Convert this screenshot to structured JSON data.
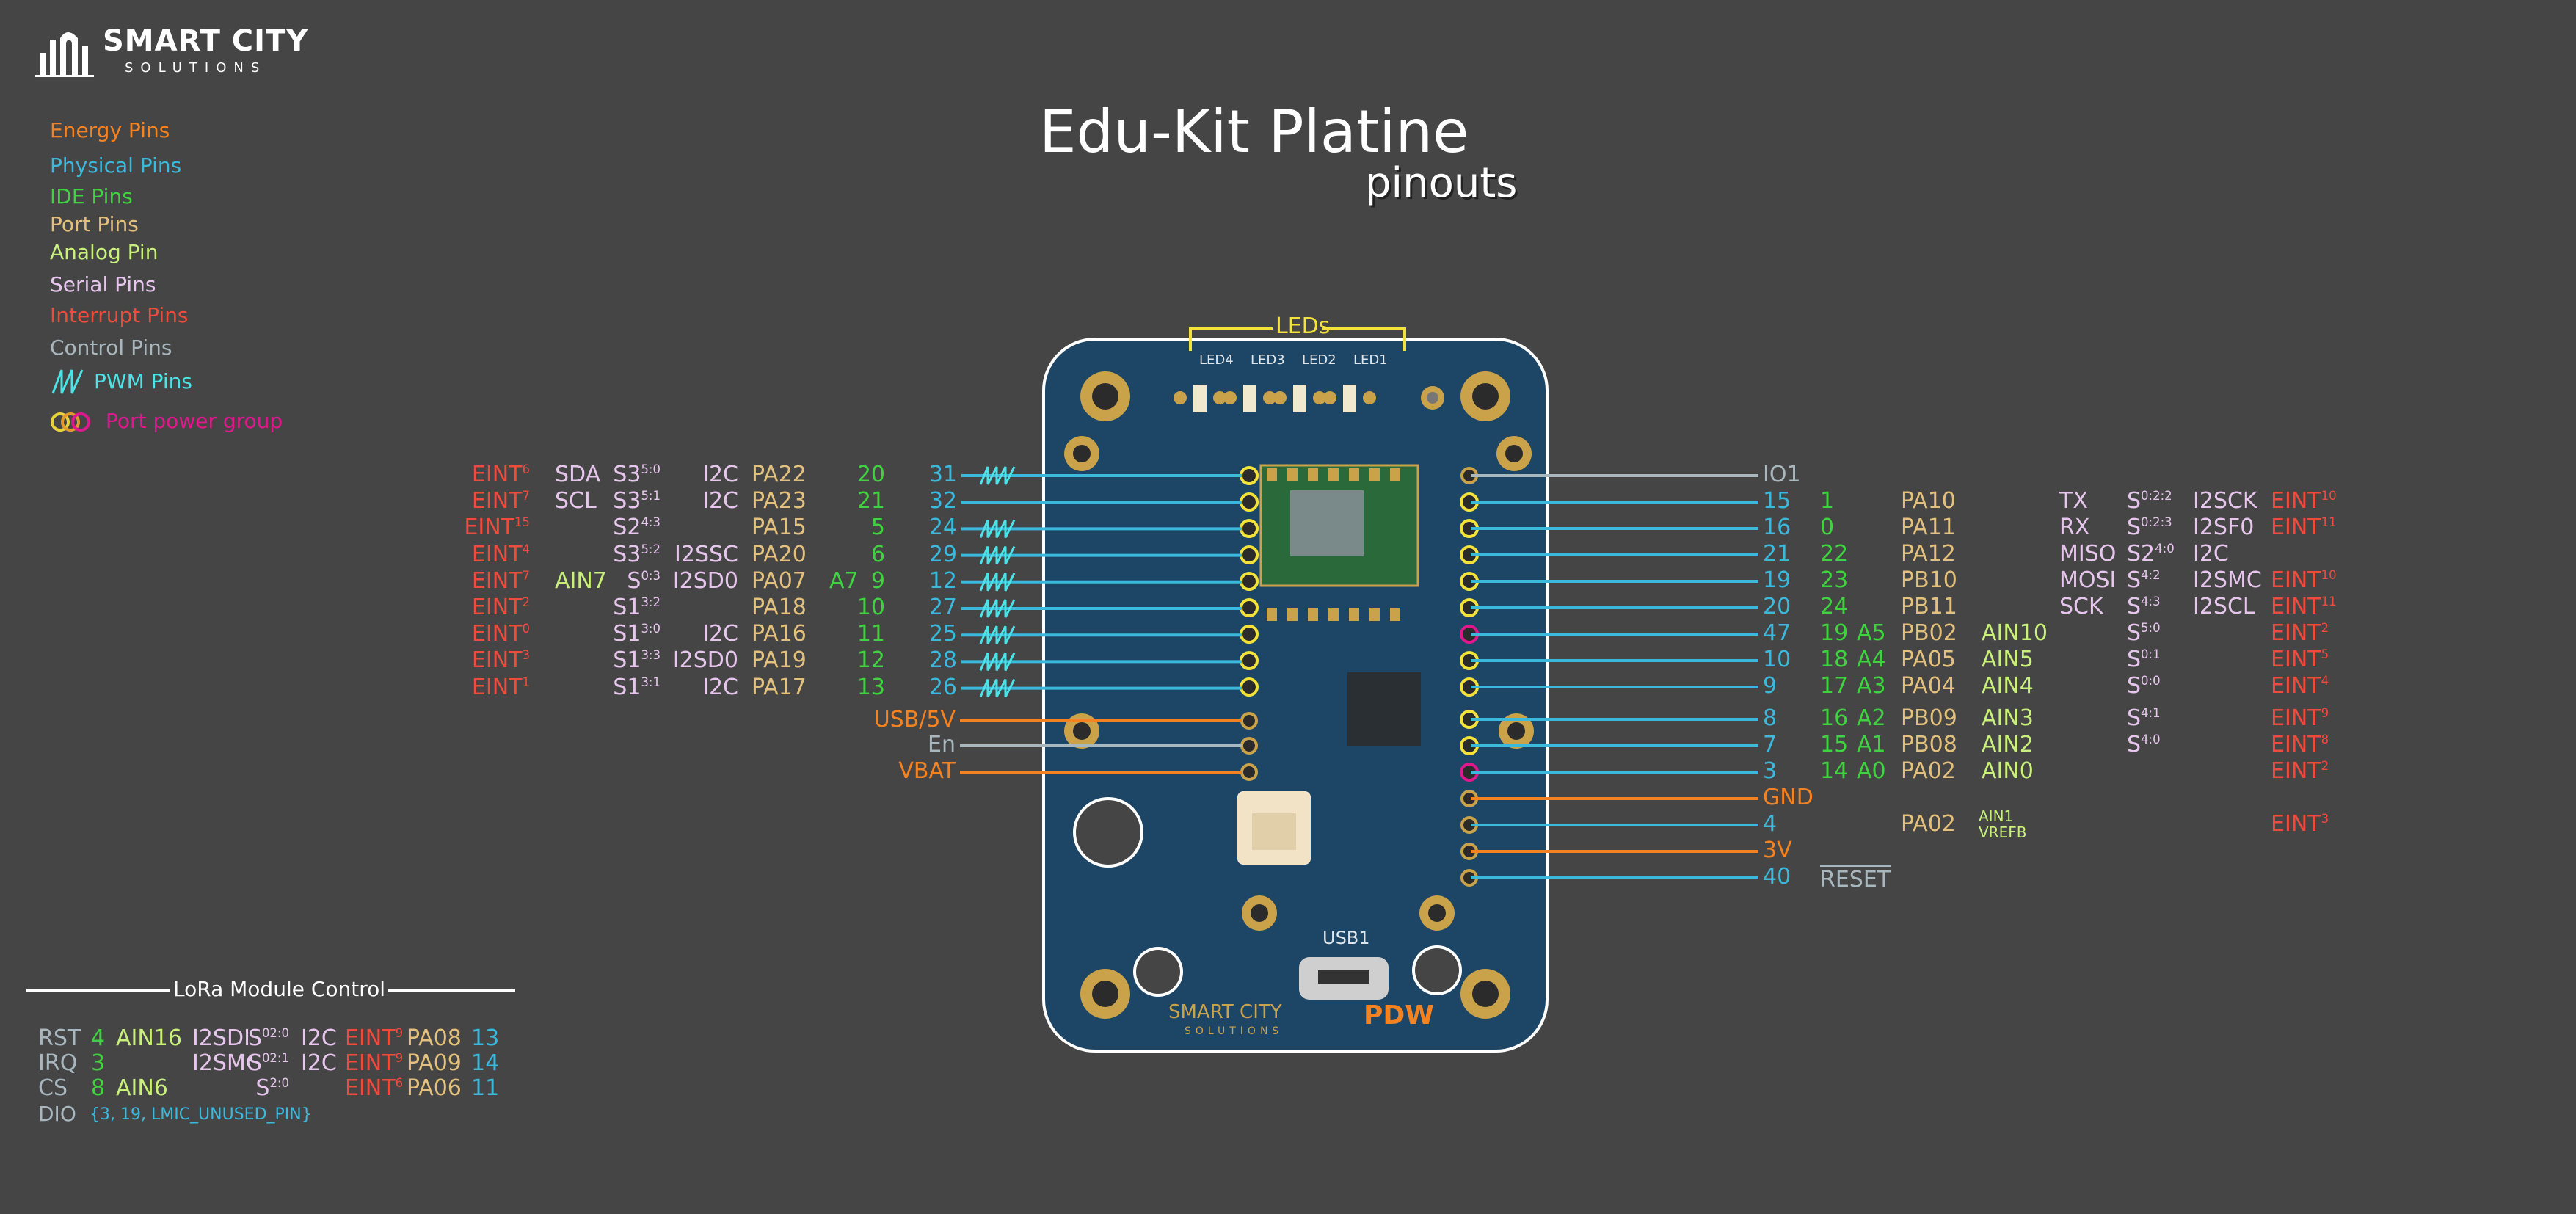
{
  "colors": {
    "energy": "#f58220",
    "physical": "#3bb9dd",
    "ide": "#3fd43f",
    "port": "#e3c07c",
    "analog": "#c8f07a",
    "serial": "#e6c6ec",
    "interrupt": "#ef4b3c",
    "control": "#a8b6bd",
    "pwm": "#4de3e6",
    "group": "#e0188e",
    "board": "#1d4566"
  },
  "logo": {
    "line1": "SMART CITY",
    "line2": "SOLUTIONS"
  },
  "title": "Edu-Kit Platine",
  "subtitle": "pinouts",
  "legend": [
    "Energy Pins",
    "Physical Pins",
    "IDE Pins",
    "Port Pins",
    "Analog Pin",
    "Serial Pins",
    "Interrupt Pins",
    "Control Pins",
    "PWM Pins",
    "Port power group"
  ],
  "board": {
    "leds_header": "LEDs",
    "led_labels": [
      "LED4",
      "LED3",
      "LED2",
      "LED1"
    ],
    "usb": "USB1",
    "logo1": "SMART CITY",
    "logo2": "SOLUTIONS",
    "brand": "PDW"
  },
  "left_pins": [
    {
      "eint": "EINT",
      "eint_sup": "6",
      "sercom": "SDA",
      "s": "S3",
      "s_sup": "5:0",
      "bus": "I2C",
      "port": "PA22",
      "ide": "20",
      "phys": "31",
      "pwm": true
    },
    {
      "eint": "EINT",
      "eint_sup": "7",
      "sercom": "SCL",
      "s": "S3",
      "s_sup": "5:1",
      "bus": "I2C",
      "port": "PA23",
      "ide": "21",
      "phys": "32",
      "pwm": false
    },
    {
      "eint": "EINT",
      "eint_sup": "15",
      "sercom": "",
      "s": "S2",
      "s_sup": "4:3",
      "bus": "",
      "port": "PA15",
      "ide": "5",
      "phys": "24",
      "pwm": true
    },
    {
      "eint": "EINT",
      "eint_sup": "4",
      "sercom": "",
      "s": "S3",
      "s_sup": "5:2",
      "bus": "I2SSC",
      "port": "PA20",
      "ide": "6",
      "phys": "29",
      "pwm": true
    },
    {
      "eint": "EINT",
      "eint_sup": "7",
      "sercom": "AIN7",
      "s": "S",
      "s_sup": "0:3",
      "bus": "I2SD0",
      "port": "PA07",
      "ide_a": "A7",
      "ide": "9",
      "phys": "12",
      "pwm": true
    },
    {
      "eint": "EINT",
      "eint_sup": "2",
      "sercom": "",
      "s": "S1",
      "s_sup": "3:2",
      "bus": "",
      "port": "PA18",
      "ide": "10",
      "phys": "27",
      "pwm": true
    },
    {
      "eint": "EINT",
      "eint_sup": "0",
      "sercom": "",
      "s": "S1",
      "s_sup": "3:0",
      "bus": "I2C",
      "port": "PA16",
      "ide": "11",
      "phys": "25",
      "pwm": true
    },
    {
      "eint": "EINT",
      "eint_sup": "3",
      "sercom": "",
      "s": "S1",
      "s_sup": "3:3",
      "bus": "I2SD0",
      "port": "PA19",
      "ide": "12",
      "phys": "28",
      "pwm": true
    },
    {
      "eint": "EINT",
      "eint_sup": "1",
      "sercom": "",
      "s": "S1",
      "s_sup": "3:1",
      "bus": "I2C",
      "port": "PA17",
      "ide": "13",
      "phys": "26",
      "pwm": true
    }
  ],
  "left_power": [
    {
      "label": "USB/5V",
      "kind": "energy"
    },
    {
      "label": "En",
      "kind": "control"
    },
    {
      "label": "VBAT",
      "kind": "energy"
    }
  ],
  "right_pins": [
    {
      "phys": "IO1",
      "kind": "control",
      "ide": "",
      "ide_a": "",
      "port": "",
      "ain": "",
      "ser": "",
      "s": "",
      "s_sup": "",
      "bus": "",
      "eint": "",
      "eint_sup": ""
    },
    {
      "phys": "15",
      "kind": "physical",
      "ide": "1",
      "ide_a": "",
      "port": "PA10",
      "ain": "",
      "ser": "TX",
      "s": "S",
      "s_sup": "0:2:2",
      "bus": "I2SCK",
      "eint": "EINT",
      "eint_sup": "10"
    },
    {
      "phys": "16",
      "kind": "physical",
      "ide": "0",
      "ide_a": "",
      "port": "PA11",
      "ain": "",
      "ser": "RX",
      "s": "S",
      "s_sup": "0:2:3",
      "bus": "I2SF0",
      "eint": "EINT",
      "eint_sup": "11"
    },
    {
      "phys": "21",
      "kind": "physical",
      "ide": "22",
      "ide_a": "",
      "port": "PA12",
      "ain": "",
      "ser": "MISO",
      "s": "S2",
      "s_sup": "4:0",
      "bus": "I2C",
      "eint": "",
      "eint_sup": ""
    },
    {
      "phys": "19",
      "kind": "physical",
      "ide": "23",
      "ide_a": "",
      "port": "PB10",
      "ain": "",
      "ser": "MOSI",
      "s": "S",
      "s_sup": "4:2",
      "bus": "I2SMC",
      "eint": "EINT",
      "eint_sup": "10"
    },
    {
      "phys": "20",
      "kind": "physical",
      "ide": "24",
      "ide_a": "",
      "port": "PB11",
      "ain": "",
      "ser": "SCK",
      "s": "S",
      "s_sup": "4:3",
      "bus": "I2SCL",
      "eint": "EINT",
      "eint_sup": "11"
    },
    {
      "phys": "47",
      "kind": "physical",
      "ide": "19",
      "ide_a": "A5",
      "port": "PB02",
      "ain": "AIN10",
      "ser": "",
      "s": "S",
      "s_sup": "5:0",
      "bus": "",
      "eint": "EINT",
      "eint_sup": "2"
    },
    {
      "phys": "10",
      "kind": "physical",
      "ide": "18",
      "ide_a": "A4",
      "port": "PA05",
      "ain": "AIN5",
      "ser": "",
      "s": "S",
      "s_sup": "0:1",
      "bus": "",
      "eint": "EINT",
      "eint_sup": "5"
    },
    {
      "phys": "9",
      "kind": "physical",
      "ide": "17",
      "ide_a": "A3",
      "port": "PA04",
      "ain": "AIN4",
      "ser": "",
      "s": "S",
      "s_sup": "0:0",
      "bus": "",
      "eint": "EINT",
      "eint_sup": "4"
    },
    {
      "phys": "8",
      "kind": "physical",
      "ide": "16",
      "ide_a": "A2",
      "port": "PB09",
      "ain": "AIN3",
      "ser": "",
      "s": "S",
      "s_sup": "4:1",
      "bus": "",
      "eint": "EINT",
      "eint_sup": "9"
    },
    {
      "phys": "7",
      "kind": "physical",
      "ide": "15",
      "ide_a": "A1",
      "port": "PB08",
      "ain": "AIN2",
      "ser": "",
      "s": "S",
      "s_sup": "4:0",
      "bus": "",
      "eint": "EINT",
      "eint_sup": "8"
    },
    {
      "phys": "3",
      "kind": "physical",
      "ide": "14",
      "ide_a": "A0",
      "port": "PA02",
      "ain": "AIN0",
      "ser": "",
      "s": "",
      "s_sup": "",
      "bus": "",
      "eint": "EINT",
      "eint_sup": "2"
    },
    {
      "phys": "GND",
      "kind": "energy",
      "ide": "",
      "ide_a": "",
      "port": "",
      "ain": "",
      "ser": "",
      "s": "",
      "s_sup": "",
      "bus": "",
      "eint": "",
      "eint_sup": ""
    },
    {
      "phys": "4",
      "kind": "physical",
      "ide": "",
      "ide_a": "",
      "port": "PA02",
      "ain": "AIN1",
      "ain2": "VREFB",
      "ser": "",
      "s": "",
      "s_sup": "",
      "bus": "",
      "eint": "EINT",
      "eint_sup": "3"
    },
    {
      "phys": "3V",
      "kind": "energy",
      "ide": "",
      "ide_a": "",
      "port": "",
      "ain": "",
      "ser": "",
      "s": "",
      "s_sup": "",
      "bus": "",
      "eint": "",
      "eint_sup": ""
    },
    {
      "phys": "40",
      "kind": "physical",
      "ide": "",
      "ide_a": "",
      "port": "",
      "ain": "",
      "ser": "",
      "s": "",
      "s_sup": "",
      "bus": "",
      "eint": "",
      "eint_sup": "",
      "extra": "RESET"
    }
  ],
  "lora": {
    "header": "LoRa Module Control",
    "rows": [
      {
        "name": "RST",
        "ide": "4",
        "ain": "AIN16",
        "bus": "I2SDI",
        "s": "S",
        "s_sup": "02:0",
        "bus2": "I2C",
        "eint": "EINT",
        "eint_sup": "9",
        "port": "PA08",
        "phys": "13"
      },
      {
        "name": "IRQ",
        "ide": "3",
        "ain": "",
        "bus": "I2SMC",
        "s": "S",
        "s_sup": "02:1",
        "bus2": "I2C",
        "eint": "EINT",
        "eint_sup": "9",
        "port": "PA09",
        "phys": "14"
      },
      {
        "name": "CS",
        "ide": "8",
        "ain": "AIN6",
        "bus": "",
        "s": "S",
        "s_sup": "2:0",
        "bus2": "",
        "eint": "EINT",
        "eint_sup": "6",
        "port": "PA06",
        "phys": "11"
      }
    ],
    "dio_name": "DIO",
    "dio_value": "{3, 19, LMIC_UNUSED_PIN}"
  }
}
